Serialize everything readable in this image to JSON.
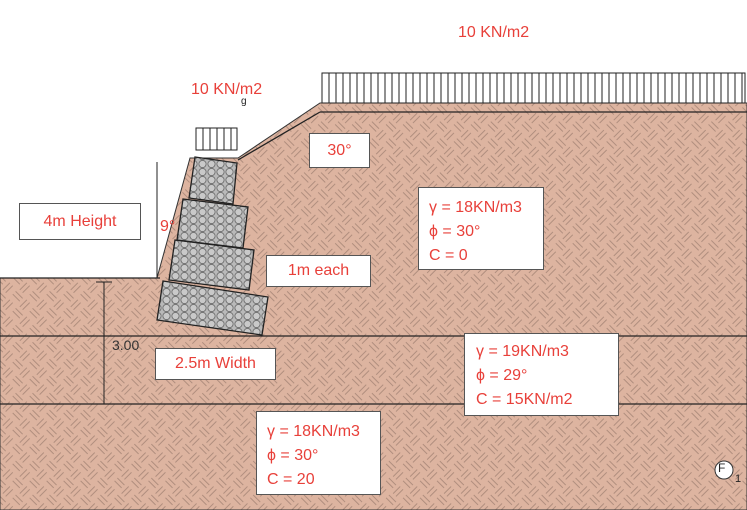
{
  "colors": {
    "soil": "#ddb4a0",
    "hatch": "#b08e7e",
    "label_text": "#e8403a",
    "outline": "#555555",
    "stone": "#8a8a8a",
    "stone_fill": "#b9b9b9"
  },
  "labels": {
    "surcharge_right": "10 KN/m2",
    "surcharge_left": "10 KN/m2",
    "surcharge_left_mark": "g",
    "slope_angle": "30°",
    "wall_height": "4m Height",
    "wall_batter": "9°",
    "block_height": "1m each",
    "base_width": "2.5m Width",
    "embedment_depth": "3.00",
    "footer_mark": "F",
    "footer_mark_sub": "1"
  },
  "soil_layers": {
    "backfill": {
      "gamma": "γ = 18KN/m3",
      "phi": "ϕ = 30°",
      "c": "C = 0"
    },
    "foundation": {
      "gamma": "γ = 19KN/m3",
      "phi": "ϕ = 29°",
      "c": "C = 15KN/m2"
    },
    "bottom": {
      "gamma": "γ = 18KN/m3",
      "phi": "ϕ = 30°",
      "c": "C = 20"
    }
  },
  "wall": {
    "type": "gabion",
    "tiers": 4
  }
}
